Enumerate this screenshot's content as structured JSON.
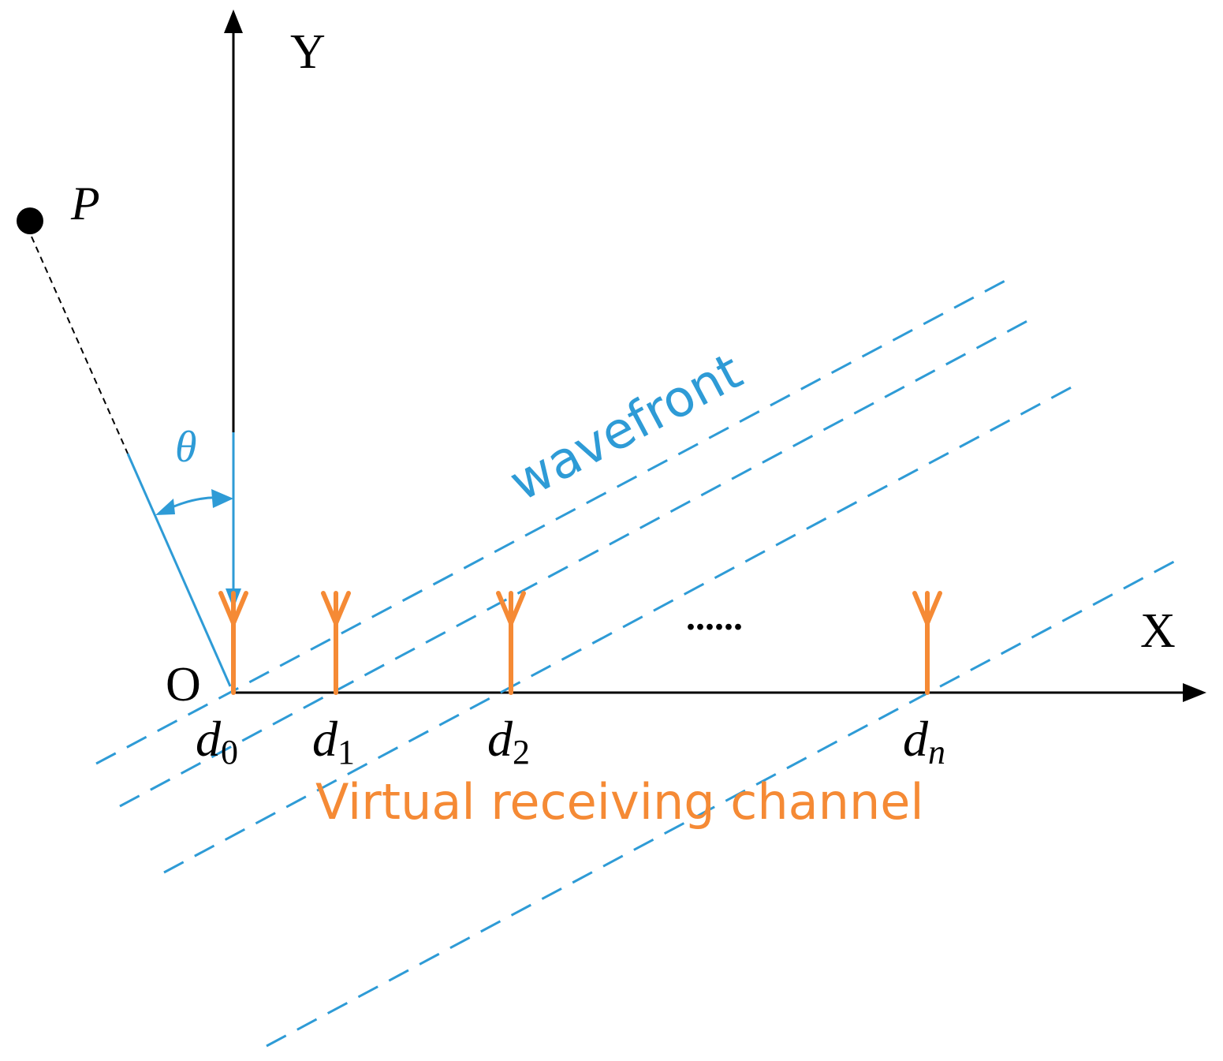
{
  "labels": {
    "y_axis": "Y",
    "x_axis": "X",
    "origin": "O",
    "point": "P",
    "angle": "θ",
    "wavefront": "wavefront",
    "channel_caption": "Virtual receiving channel",
    "ellipsis": "......"
  },
  "channels": [
    {
      "base": "d",
      "sub": "0"
    },
    {
      "base": "d",
      "sub": "1"
    },
    {
      "base": "d",
      "sub": "2"
    },
    {
      "base": "d",
      "sub": "n"
    }
  ],
  "colors": {
    "axis": "#000000",
    "wavefront": "#2e9bd6",
    "angle": "#2e9bd6",
    "antenna": "#f58a35",
    "caption": "#f58a35"
  }
}
